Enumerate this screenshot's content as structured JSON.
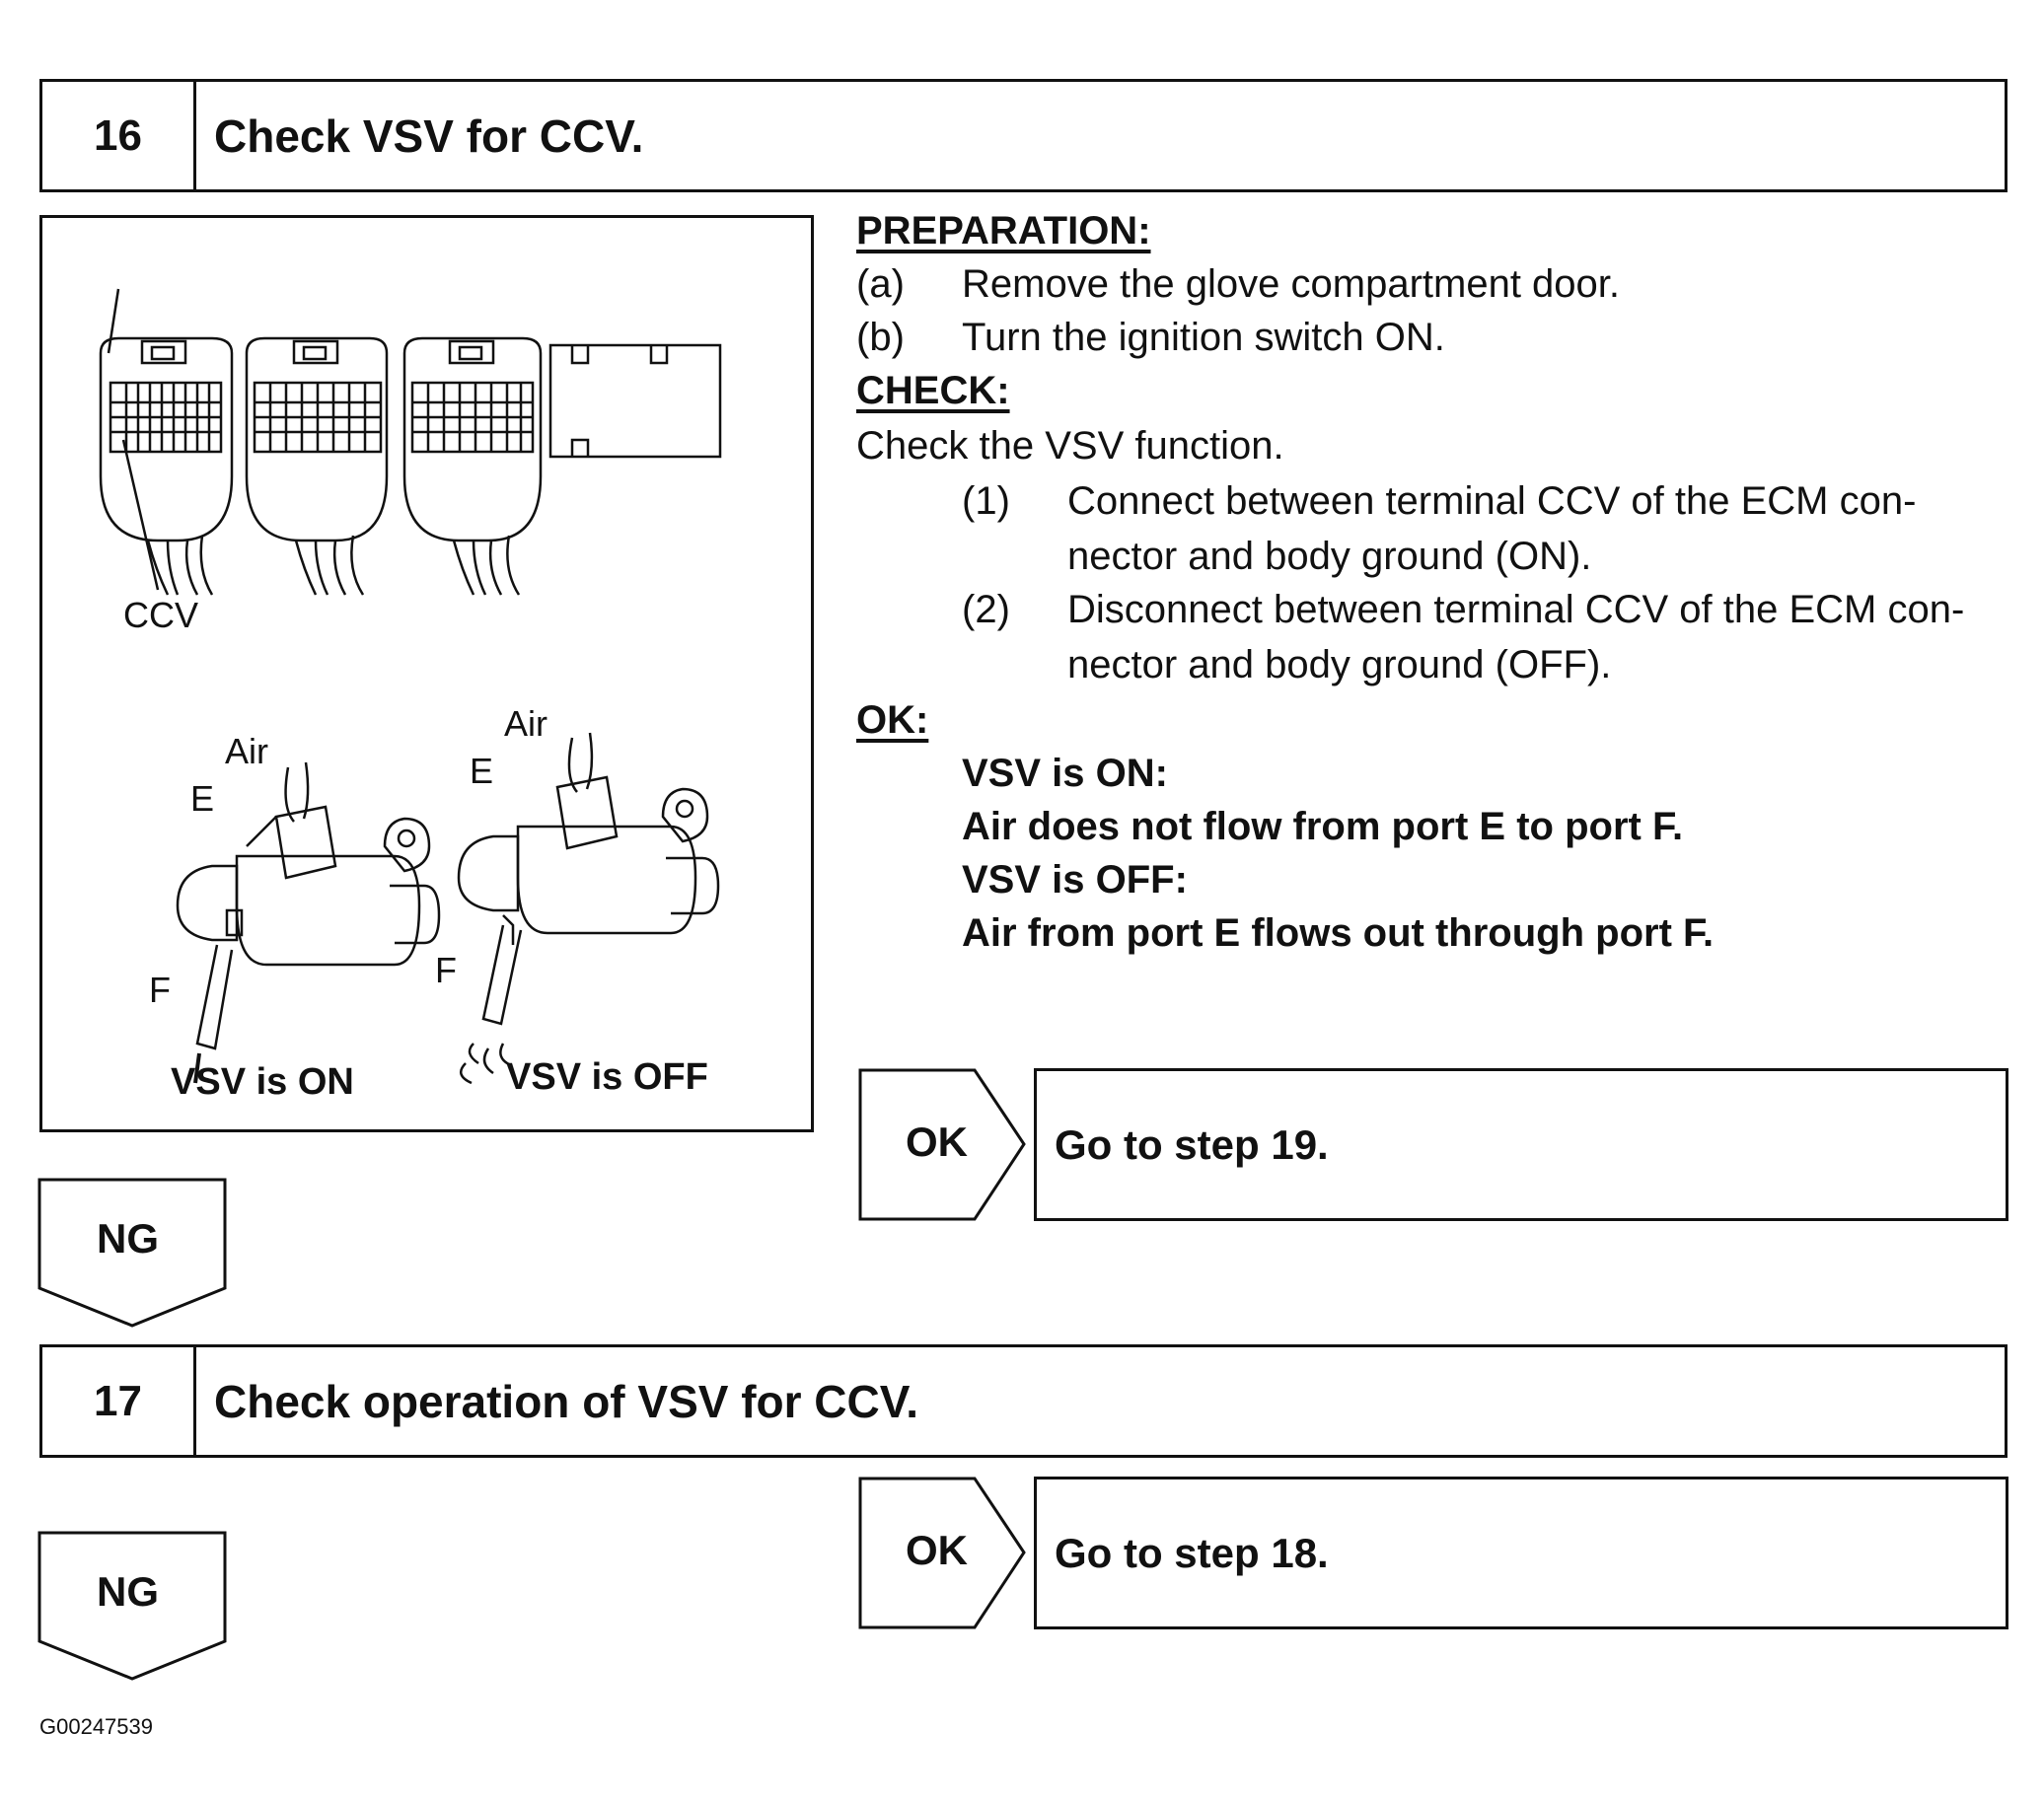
{
  "step16": {
    "number": "16",
    "title": "Check VSV for CCV."
  },
  "illustration": {
    "label_ccv": "CCV",
    "label_air_left": "Air",
    "label_air_right": "Air",
    "label_e_left": "E",
    "label_e_right": "E",
    "label_f_left": "F",
    "label_f_right": "F",
    "caption_left": "VSV is ON",
    "caption_right": "VSV is OFF"
  },
  "preparation": {
    "heading": "PREPARATION:",
    "items": [
      {
        "marker": "(a)",
        "text": "Remove the glove compartment door."
      },
      {
        "marker": "(b)",
        "text": "Turn the ignition switch ON."
      }
    ]
  },
  "check": {
    "heading": "CHECK:",
    "intro": "Check the VSV function.",
    "items": [
      {
        "marker": "(1)",
        "line1": "Connect between terminal CCV of the ECM con-",
        "line2": "nector and body ground (ON)."
      },
      {
        "marker": "(2)",
        "line1": "Disconnect between terminal CCV of the ECM con-",
        "line2": "nector and body ground (OFF)."
      }
    ]
  },
  "ok_spec": {
    "heading": "OK:",
    "lines": [
      "VSV is ON:",
      "Air does not flow from port E to port F.",
      "VSV is OFF:",
      "Air from port E flows out through port F."
    ]
  },
  "result16": {
    "ok_label": "OK",
    "ok_action": "Go to step 19.",
    "ng_label": "NG"
  },
  "step17": {
    "number": "17",
    "title": "Check operation of VSV for CCV."
  },
  "result17": {
    "ok_label": "OK",
    "ok_action": "Go to step 18.",
    "ng_label": "NG"
  },
  "figure_id": "G00247539"
}
